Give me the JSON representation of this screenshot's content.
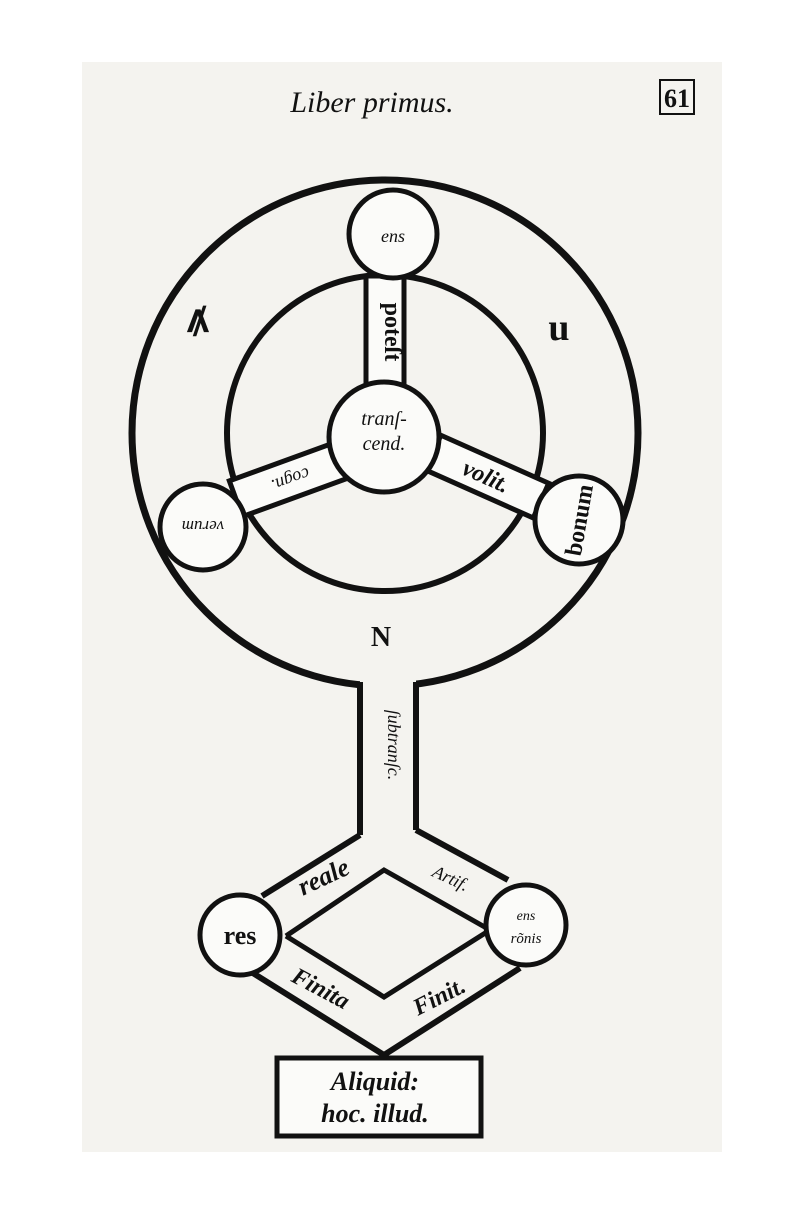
{
  "header": {
    "title": "Liber primus.",
    "page_number": "61"
  },
  "diagram": {
    "outer_ring": {
      "left_label": "ꝟ",
      "right_label": "u",
      "bottom_label": "N"
    },
    "nodes": {
      "top": "ens",
      "center_line1": "tranſ-",
      "center_line2": "cend.",
      "left": "verum",
      "right": "bonum"
    },
    "spokes": {
      "top": "poteſt",
      "left": "cogn.",
      "right": "volit."
    },
    "stem": {
      "label": "ſubtranſc."
    },
    "lower": {
      "left_node": "res",
      "right_node_line1": "ens",
      "right_node_line2": "rõnis",
      "upper_left_edge": "reale",
      "upper_right_edge": "Artif.",
      "lower_left_edge": "Finita",
      "lower_right_edge": "Finit."
    },
    "box": {
      "line1": "Aliquid:",
      "line2": "hoc. illud."
    }
  }
}
